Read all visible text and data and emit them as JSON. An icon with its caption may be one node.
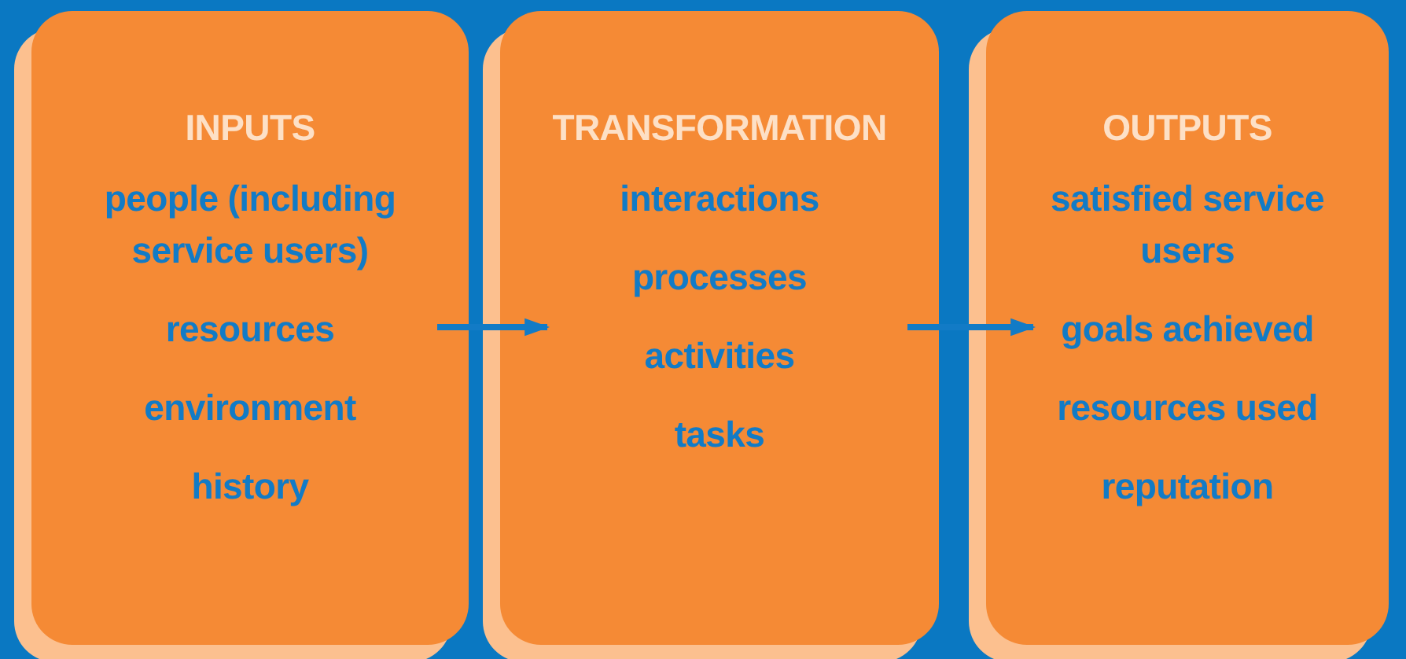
{
  "diagram": {
    "nodes": [
      {
        "text": [
          "INPUTS",
          "people (including service users)",
          "resources",
          "environment",
          "history"
        ]
      },
      {
        "text": [
          "TRANSFORMATION",
          "interactions",
          "processes",
          "activities",
          "tasks"
        ]
      },
      {
        "text": [
          "OUTPUTS",
          "satisfied service users",
          "goals achieved",
          "resources used",
          "reputation"
        ]
      }
    ],
    "edges": [
      {
        "from": 0,
        "to": 1,
        "arrow": "to"
      },
      {
        "from": 1,
        "to": 2,
        "arrow": "to"
      }
    ]
  }
}
